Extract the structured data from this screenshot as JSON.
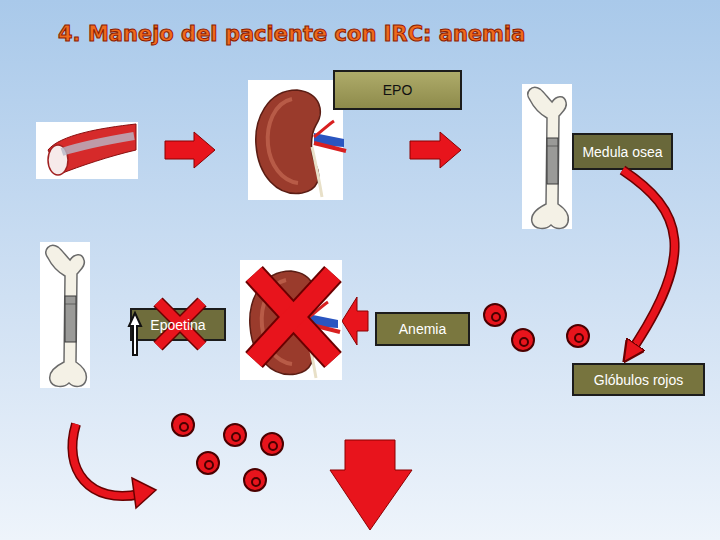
{
  "diagram": {
    "title": "4. Manejo del paciente con IRC: anemia",
    "nodes": [
      {
        "text": [
          "EPO"
        ]
      },
      {
        "text": [
          "Medula osea"
        ]
      },
      {
        "text": [
          "Epoetina"
        ]
      },
      {
        "text": [
          "Anemia"
        ]
      },
      {
        "text": [
          "Glóbulos rojos"
        ]
      }
    ],
    "edges": [
      {
        "from": 1,
        "to": 4,
        "arrow": "to"
      }
    ]
  }
}
